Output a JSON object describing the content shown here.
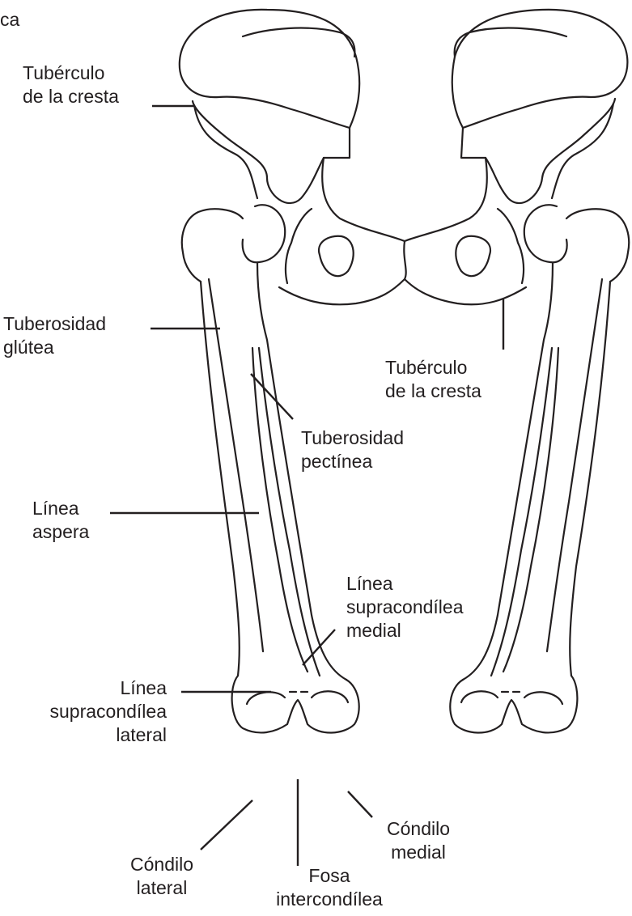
{
  "header": {
    "cut_text": "ca"
  },
  "labels": {
    "tuberculo_cresta_left": [
      "Tubérculo",
      "de la cresta"
    ],
    "tuberculo_cresta_right": [
      "Tubérculo",
      "de la cresta"
    ],
    "tuberosidad_glutea": [
      "Tuberosidad",
      "glútea"
    ],
    "tuberosidad_pectinea": [
      "Tuberosidad",
      "pectínea"
    ],
    "linea_aspera": [
      "Línea",
      "aspera"
    ],
    "linea_supracondilea_medial": [
      "Línea",
      "supracondílea",
      "medial"
    ],
    "linea_supracondilea_lateral": [
      "Línea",
      "supracondílea",
      "lateral"
    ],
    "condilo_lateral": [
      "Cóndilo",
      "lateral"
    ],
    "fosa_intercondilea": [
      "Fosa",
      "intercondílea"
    ],
    "condilo_medial": [
      "Cóndilo",
      "medial"
    ]
  },
  "colors": {
    "line": "#231f20",
    "background": "#ffffff"
  }
}
